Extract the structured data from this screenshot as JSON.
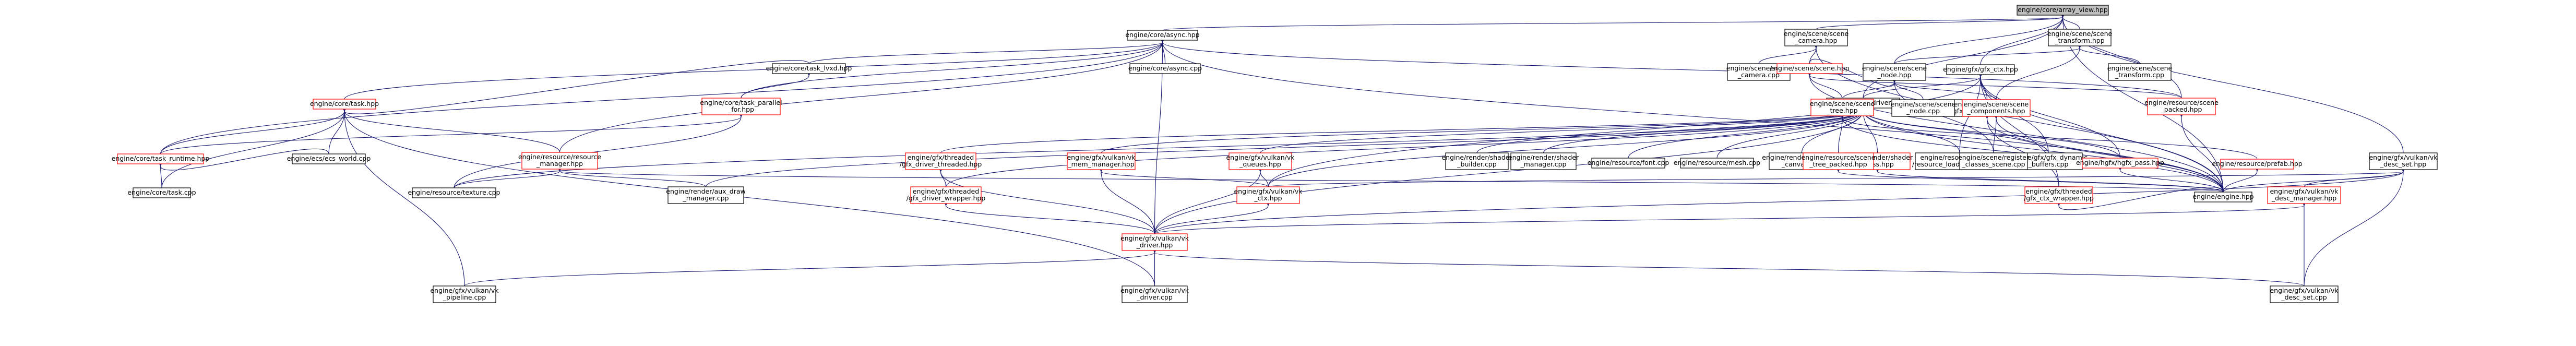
{
  "colors": {
    "edge": "#191970",
    "node_border_black": "#000000",
    "node_border_red": "#ff0000",
    "root_fill": "#bfbfbf",
    "node_fill": "#ffffff"
  },
  "graph": {
    "nodes": [
      {
        "id": "array_view",
        "lines": [
          "engine/core/array_view.hpp"
        ],
        "border": "black",
        "root": true
      },
      {
        "id": "async_hpp",
        "lines": [
          "engine/core/async.hpp"
        ],
        "border": "black"
      },
      {
        "id": "camera_hpp",
        "lines": [
          "engine/scene/scene",
          "_camera.hpp"
        ],
        "border": "black"
      },
      {
        "id": "transform_hpp",
        "lines": [
          "engine/scene/scene",
          "_transform.hpp"
        ],
        "border": "black"
      },
      {
        "id": "async_cpp",
        "lines": [
          "engine/core/async.cpp"
        ],
        "border": "black"
      },
      {
        "id": "task_hpp",
        "lines": [
          "engine/core/task.hpp"
        ],
        "border": "red"
      },
      {
        "id": "task_lvxd",
        "lines": [
          "engine/core/task_lvxd.hpp"
        ],
        "border": "black"
      },
      {
        "id": "task_parallel",
        "lines": [
          "engine/core/task_parallel",
          "_for.hpp"
        ],
        "border": "red"
      },
      {
        "id": "task_runtime",
        "lines": [
          "engine/core/task_runtime.hpp"
        ],
        "border": "red"
      },
      {
        "id": "task_cpp",
        "lines": [
          "engine/core/task.cpp"
        ],
        "border": "black"
      },
      {
        "id": "ecs_world",
        "lines": [
          "engine/ecs/ecs_world.cpp"
        ],
        "border": "black"
      },
      {
        "id": "res_manager",
        "lines": [
          "engine/resource/resource",
          "_manager.hpp"
        ],
        "border": "red"
      },
      {
        "id": "res_texture",
        "lines": [
          "engine/resource/texture.cpp"
        ],
        "border": "black"
      },
      {
        "id": "aux_draw_mgr",
        "lines": [
          "engine/render/aux_draw",
          "_manager.cpp"
        ],
        "border": "black"
      },
      {
        "id": "gfx_ctx",
        "lines": [
          "engine/gfx/gfx_ctx.hpp"
        ],
        "border": "black"
      },
      {
        "id": "gfx_driver",
        "lines": [
          "engine/gfx/gfx_driver.hpp"
        ],
        "border": "black"
      },
      {
        "id": "thr_ctx_threaded",
        "lines": [
          "engine/gfx/threaded",
          "/gfx_ctx_threaded.hpp"
        ],
        "border": "black"
      },
      {
        "id": "thr_driver_threaded",
        "lines": [
          "engine/gfx/threaded",
          "/gfx_driver_threaded.hpp"
        ],
        "border": "red"
      },
      {
        "id": "thr_driver_wrapper",
        "lines": [
          "engine/gfx/threaded",
          "/gfx_driver_wrapper.hpp"
        ],
        "border": "red"
      },
      {
        "id": "vk_mem_manager",
        "lines": [
          "engine/gfx/vulkan/vk",
          "_mem_manager.hpp"
        ],
        "border": "red"
      },
      {
        "id": "vk_queues",
        "lines": [
          "engine/gfx/vulkan/vk",
          "_queues.hpp"
        ],
        "border": "red"
      },
      {
        "id": "vk_ctx",
        "lines": [
          "engine/gfx/vulkan/vk",
          "_ctx.hpp"
        ],
        "border": "red"
      },
      {
        "id": "vk_driver",
        "lines": [
          "engine/gfx/vulkan/vk",
          "_driver.hpp"
        ],
        "border": "red"
      },
      {
        "id": "vk_pipeline",
        "lines": [
          "engine/gfx/vulkan/vk",
          "_pipeline.cpp"
        ],
        "border": "black"
      },
      {
        "id": "vk_driver_cpp",
        "lines": [
          "engine/gfx/vulkan/vk",
          "_driver.cpp"
        ],
        "border": "black"
      },
      {
        "id": "shader_builder",
        "lines": [
          "engine/render/shader",
          "_builder.cpp"
        ],
        "border": "black"
      },
      {
        "id": "shader_manager",
        "lines": [
          "engine/render/shader",
          "_manager.cpp"
        ],
        "border": "black"
      },
      {
        "id": "res_font",
        "lines": [
          "engine/resource/font.cpp"
        ],
        "border": "black"
      },
      {
        "id": "res_mesh",
        "lines": [
          "engine/resource/mesh.cpp"
        ],
        "border": "black"
      },
      {
        "id": "aux_draw_canvas",
        "lines": [
          "engine/render/aux_draw",
          "_canvas.cpp"
        ],
        "border": "black"
      },
      {
        "id": "shader_pass",
        "lines": [
          "engine/render/shader",
          "_pass.hpp"
        ],
        "border": "red"
      },
      {
        "id": "loaders",
        "lines": [
          "engine/resource/loaders",
          "/resource_loader_texture.cpp"
        ],
        "border": "black"
      },
      {
        "id": "gfx_dynamic",
        "lines": [
          "engine/gfx/gfx_dynamic",
          "_buffers.cpp"
        ],
        "border": "black"
      },
      {
        "id": "gfx_ctx_wrapper",
        "lines": [
          "engine/gfx/threaded",
          "/gfx_ctx_wrapper.hpp"
        ],
        "border": "red"
      },
      {
        "id": "hgfx_pass",
        "lines": [
          "engine/hgfx/hgfx_pass.hpp"
        ],
        "border": "red"
      },
      {
        "id": "res_packed",
        "lines": [
          "engine/resource/scene",
          "_packed.hpp"
        ],
        "border": "red"
      },
      {
        "id": "res_prefab",
        "lines": [
          "engine/resource/prefab.hpp"
        ],
        "border": "red"
      },
      {
        "id": "engine_hpp",
        "lines": [
          "engine/engine.hpp"
        ],
        "border": "black"
      },
      {
        "id": "camera_cpp",
        "lines": [
          "engine/scene/scene",
          "_camera.cpp"
        ],
        "border": "black"
      },
      {
        "id": "scene_hpp",
        "lines": [
          "engine/scene/scene.hpp"
        ],
        "border": "red"
      },
      {
        "id": "node_hpp",
        "lines": [
          "engine/scene/scene",
          "_node.hpp"
        ],
        "border": "black"
      },
      {
        "id": "tree_hpp",
        "lines": [
          "engine/scene/scene",
          "_tree.hpp"
        ],
        "border": "red"
      },
      {
        "id": "tree_packed",
        "lines": [
          "engine/resource/scene",
          "_tree_packed.hpp"
        ],
        "border": "red"
      },
      {
        "id": "node_cpp",
        "lines": [
          "engine/scene/scene",
          "_node.cpp"
        ],
        "border": "black"
      },
      {
        "id": "components_hpp",
        "lines": [
          "engine/scene/scene",
          "_components.hpp"
        ],
        "border": "red"
      },
      {
        "id": "register",
        "lines": [
          "engine/scene/register",
          "_classes_scene.cpp"
        ],
        "border": "black"
      },
      {
        "id": "transform_cpp",
        "lines": [
          "engine/scene/scene",
          "_transform.cpp"
        ],
        "border": "black"
      },
      {
        "id": "desc_set_hpp",
        "lines": [
          "engine/gfx/vulkan/vk",
          "_desc_set.hpp"
        ],
        "border": "black"
      },
      {
        "id": "desc_manager",
        "lines": [
          "engine/gfx/vulkan/vk",
          "_desc_manager.hpp"
        ],
        "border": "red"
      },
      {
        "id": "desc_set_cpp",
        "lines": [
          "engine/gfx/vulkan/vk",
          "_desc_set.cpp"
        ],
        "border": "black"
      }
    ]
  }
}
